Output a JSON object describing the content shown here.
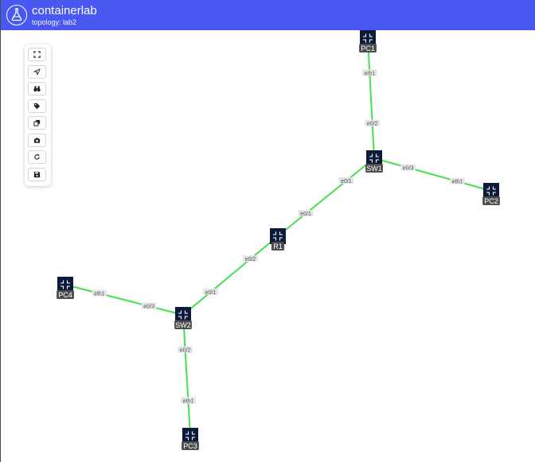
{
  "header": {
    "title": "containerlab",
    "subtitle": "topology: lab2",
    "background": "#4858f0"
  },
  "toolbar": {
    "buttons": [
      {
        "name": "fit-view-button",
        "icon": "expand-icon"
      },
      {
        "name": "navigate-button",
        "icon": "location-arrow-icon"
      },
      {
        "name": "find-button",
        "icon": "binoculars-icon"
      },
      {
        "name": "labels-button",
        "icon": "tag-icon"
      },
      {
        "name": "clone-button",
        "icon": "clone-icon"
      },
      {
        "name": "screenshot-button",
        "icon": "camera-icon"
      },
      {
        "name": "reload-button",
        "icon": "reload-icon"
      },
      {
        "name": "save-button",
        "icon": "floppy-disk-icon"
      }
    ]
  },
  "topology": {
    "edge_color": "#45e04f",
    "nodes": [
      {
        "id": "PC1",
        "label": "PC1"
      },
      {
        "id": "SW1",
        "label": "SW1"
      },
      {
        "id": "PC2",
        "label": "PC2"
      },
      {
        "id": "R1",
        "label": "R1"
      },
      {
        "id": "PC4",
        "label": "PC4"
      },
      {
        "id": "SW2",
        "label": "SW2"
      },
      {
        "id": "PC3",
        "label": "PC3"
      }
    ],
    "links": [
      {
        "source": "PC1",
        "target": "SW1",
        "source_if": "eth1",
        "target_if": "e0/2"
      },
      {
        "source": "SW1",
        "target": "PC2",
        "source_if": "e0/3",
        "target_if": "eth1"
      },
      {
        "source": "SW1",
        "target": "R1",
        "source_if": "e0/1",
        "target_if": "e0/1"
      },
      {
        "source": "R1",
        "target": "SW2",
        "source_if": "e0/2",
        "target_if": "e0/1"
      },
      {
        "source": "PC4",
        "target": "SW2",
        "source_if": "eth1",
        "target_if": "e0/3"
      },
      {
        "source": "SW2",
        "target": "PC3",
        "source_if": "e0/2",
        "target_if": "eth1"
      }
    ]
  }
}
